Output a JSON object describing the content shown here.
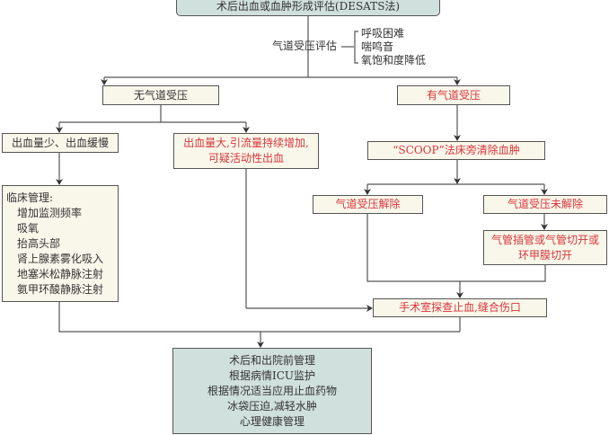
{
  "title": "术后出血或血肿形成评估(DESATS法)",
  "airway_assessment": {
    "label": "气道受压评估",
    "signs": [
      "呼吸困难",
      "喘鸣音",
      "氧饱和度降低"
    ]
  },
  "no_compression": {
    "label": "无气道受压",
    "minor_bleeding": "出血量少、出血缓慢",
    "major_bleeding": [
      "出血量大,引流量持续增加,",
      "可疑活动性出血"
    ],
    "management_title": "临床管理:",
    "management_items": [
      "增加监测频率",
      "吸氧",
      "抬高头部",
      "肾上腺素雾化吸入",
      "地塞米松静脉注射",
      "氨甲环酸静脉注射"
    ]
  },
  "compression": {
    "label": "有气道受压",
    "scoop": "“SCOOP”法床旁清除血肿",
    "relieved": "气道受压解除",
    "not_relieved": "气道受压未解除",
    "intubation": [
      "气管插管或气管切开或",
      "环甲膜切开"
    ]
  },
  "surgery": "手术室探查止血,缝合伤口",
  "post_op": [
    "术后和出院前管理",
    "根据病情ICU监护",
    "根据情况适当应用止血药物",
    "冰袋压迫,减轻水肿",
    "心理健康管理"
  ],
  "colors": {
    "box_fill": "#f9f7ea",
    "teal_fill": "#d0e0dd",
    "red_text": "#d8353a",
    "line": "#555555"
  }
}
